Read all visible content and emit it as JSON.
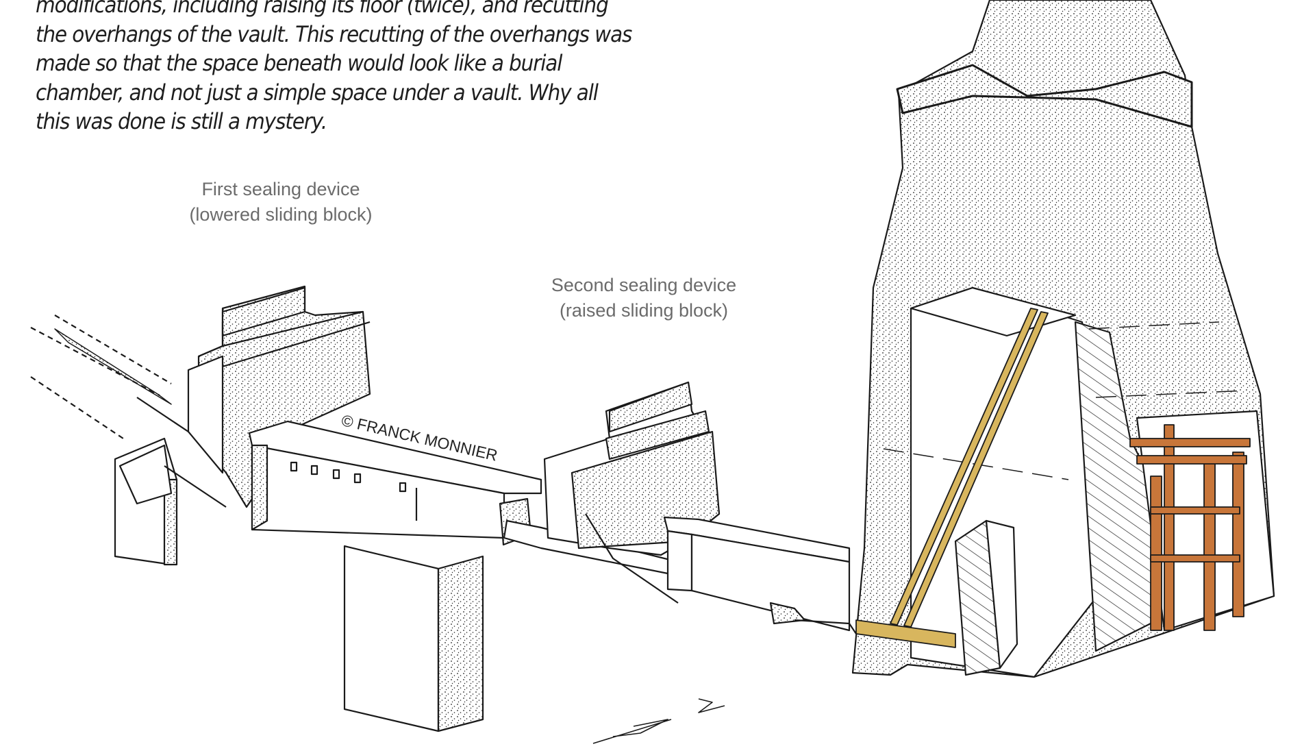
{
  "paragraph": {
    "lines": [
      "modifications, including raising its floor (twice), and recutting",
      "the overhangs of the vault. This recutting of the overhangs was",
      "made so that the space beneath would look like a burial",
      "chamber, and not just a simple space under a vault. Why all",
      "this was done is still a mystery."
    ]
  },
  "labels": {
    "first_device": {
      "line1": "First sealing device",
      "line2": "(lowered sliding block)"
    },
    "second_device": {
      "line1": "Second sealing device",
      "line2": "(raised sliding block)"
    }
  },
  "copyright": "© FRANCK MONNIER",
  "colors": {
    "ink": "#1a1a1a",
    "label": "#6b6b6b",
    "ladder": "#d8b65e",
    "timber": "#c8763a"
  }
}
